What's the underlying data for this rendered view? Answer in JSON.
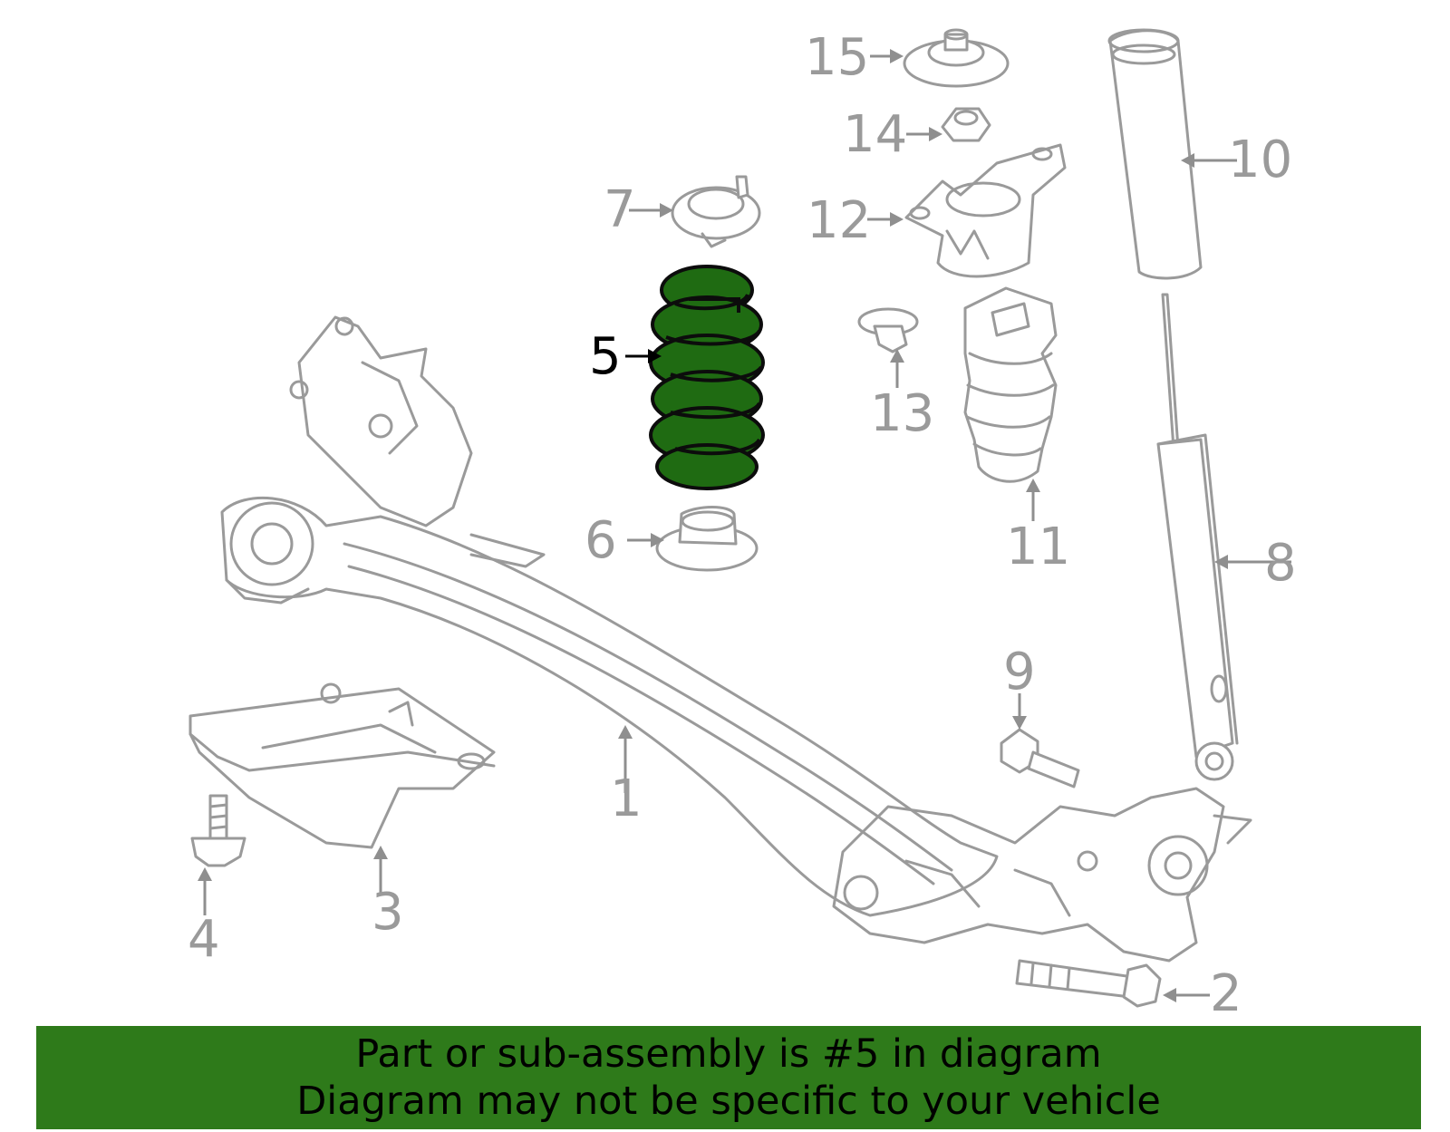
{
  "callouts": {
    "c1": "1",
    "c2": "2",
    "c3": "3",
    "c4": "4",
    "c5": "5",
    "c6": "6",
    "c7": "7",
    "c8": "8",
    "c9": "9",
    "c10": "10",
    "c11": "11",
    "c12": "12",
    "c13": "13",
    "c14": "14",
    "c15": "15"
  },
  "highlighted_part": "5",
  "colors": {
    "highlight": "#1f6b12",
    "banner": "#2e7a1a",
    "parts": "#9a9a9a"
  },
  "banner": {
    "line1": "Part or sub-assembly is #5 in diagram",
    "line2": "Diagram may not be specific to your vehicle"
  }
}
